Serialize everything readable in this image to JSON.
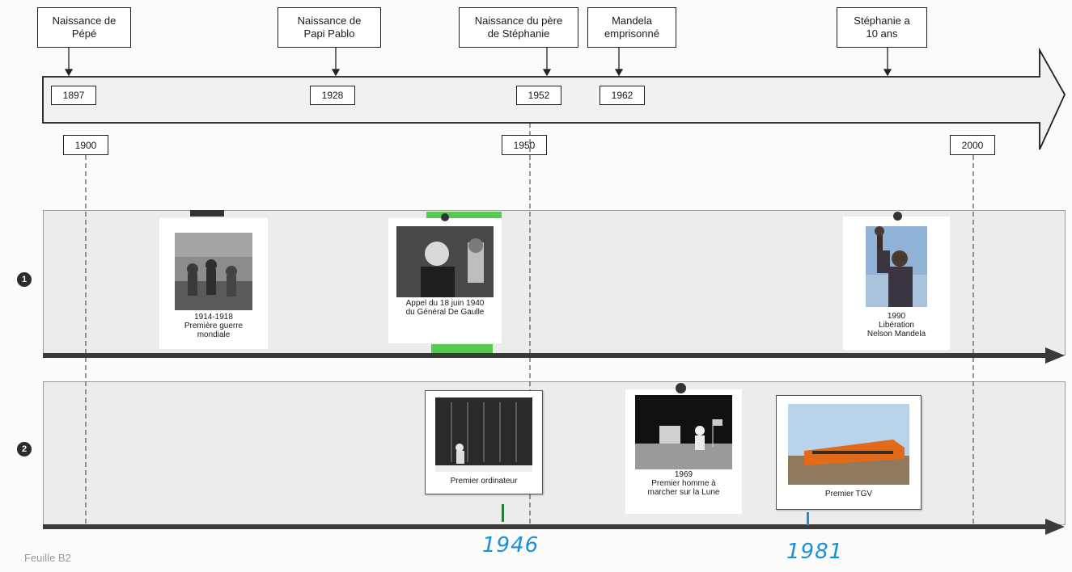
{
  "events": [
    {
      "id": "pepe",
      "label": "Naissance de\nPépé",
      "year": "1897"
    },
    {
      "id": "pablo",
      "label": "Naissance de\nPapi Pablo",
      "year": "1928"
    },
    {
      "id": "pere",
      "label": "Naissance du père\nde Stéphanie",
      "year": "1952"
    },
    {
      "id": "mandela",
      "label": "Mandela\nemprisonné",
      "year": "1962"
    },
    {
      "id": "stephanie",
      "label": "Stéphanie a\n10 ans",
      "year": ""
    }
  ],
  "scale": [
    "1900",
    "1950",
    "2000"
  ],
  "row1": {
    "number": "1",
    "cards": [
      {
        "id": "ww1",
        "caption": "1914-1918\nPremière guerre\nmondiale"
      },
      {
        "id": "degaulle",
        "caption": "Appel du 18 juin 1940\ndu Général De Gaulle"
      },
      {
        "id": "mandela",
        "caption": "1990\nLibération\nNelson Mandela"
      }
    ]
  },
  "row2": {
    "number": "2",
    "cards": [
      {
        "id": "ordinateur",
        "caption": "Premier ordinateur"
      },
      {
        "id": "lune",
        "caption": "1969\nPremier homme à\nmarcher sur la Lune"
      },
      {
        "id": "tgv",
        "caption": "Premier TGV"
      }
    ],
    "handwritten": [
      "1946",
      "1981"
    ]
  },
  "footer": "Feuille B2",
  "colors": {
    "handwriting": "#1b8fd6",
    "highlight": "#3ec23a",
    "mark": "#2a7a3a"
  }
}
